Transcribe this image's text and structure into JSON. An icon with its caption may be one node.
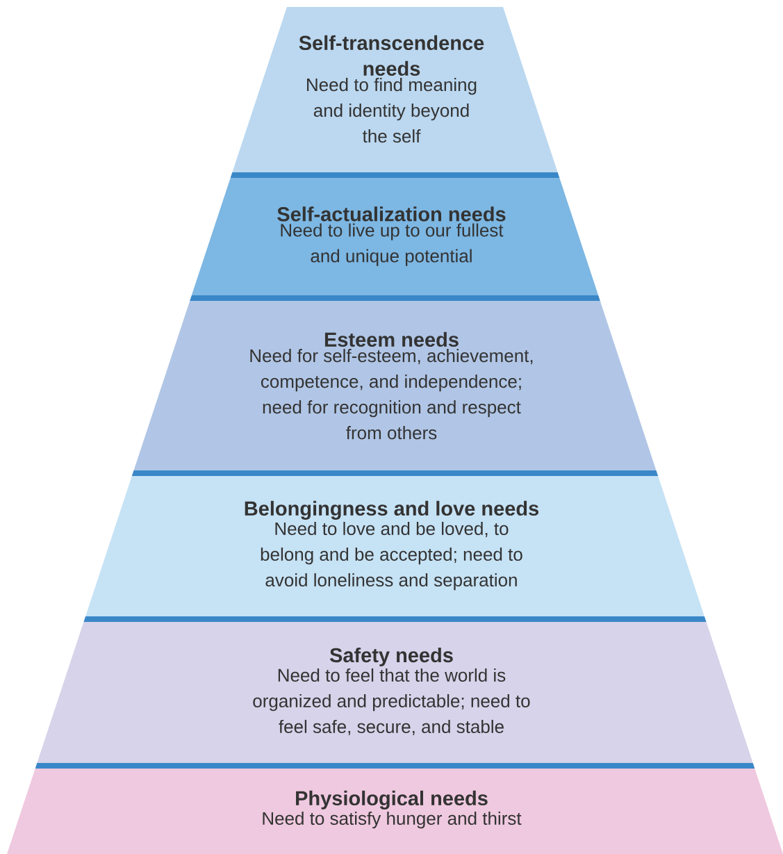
{
  "diagram": {
    "nodes": [
      {
        "text": [
          "Self-transcendence needs",
          "Need to find meaning and identity beyond the self"
        ]
      },
      {
        "text": [
          "Self-actualization needs",
          "Need to live up to our fullest and unique potential"
        ]
      },
      {
        "text": [
          "Esteem needs",
          "Need for self-esteem, achievement, competence, and independence; need for recognition and respect from others"
        ]
      },
      {
        "text": [
          "Belongingness and love needs",
          "Need to love and be loved, to belong and be accepted; need to avoid loneliness and separation"
        ]
      },
      {
        "text": [
          "Safety needs",
          "Need to feel that the world is organized and predictable; need to feel safe, secure, and stable"
        ]
      },
      {
        "text": [
          "Physiological needs",
          "Need to satisfy hunger and thirst"
        ]
      }
    ]
  }
}
